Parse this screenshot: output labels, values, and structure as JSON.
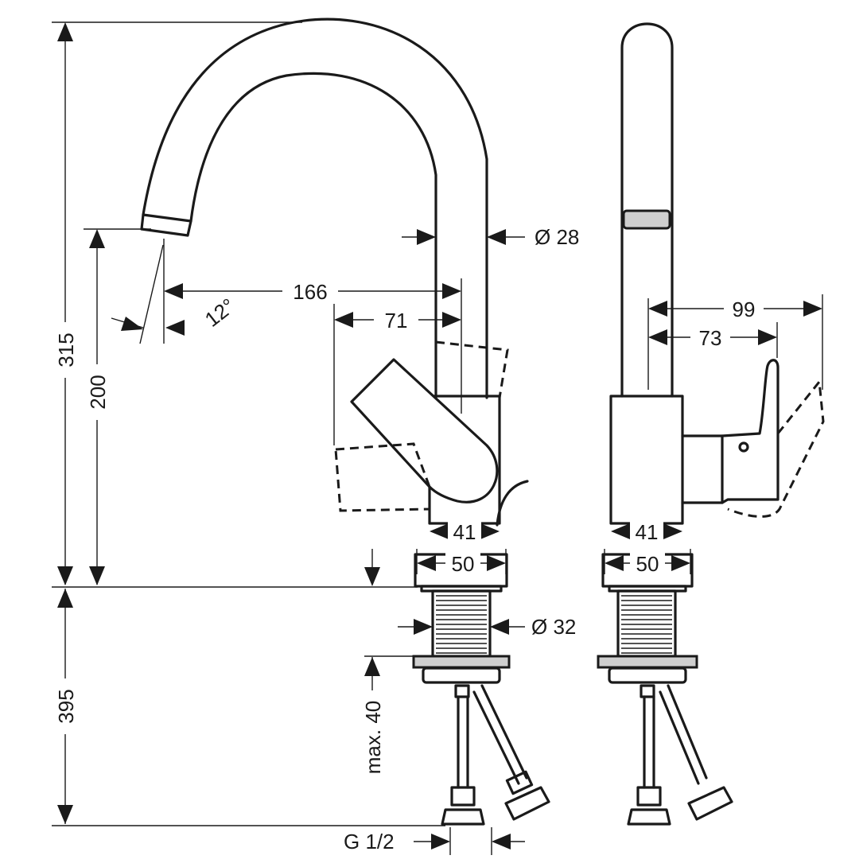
{
  "dimensions": {
    "total_height_upper": "315",
    "spout_height": "200",
    "below_deck": "395",
    "spout_reach": "166",
    "handle_reach": "71",
    "spout_angle": "12°",
    "spout_diameter": "Ø 28",
    "body_front": "41",
    "base_front": "50",
    "shank_diameter": "Ø 32",
    "max_deck": "max. 40",
    "connection": "G 1/2",
    "side_reach_handle": "99",
    "side_reach": "73",
    "body_side": "41",
    "base_side": "50"
  }
}
